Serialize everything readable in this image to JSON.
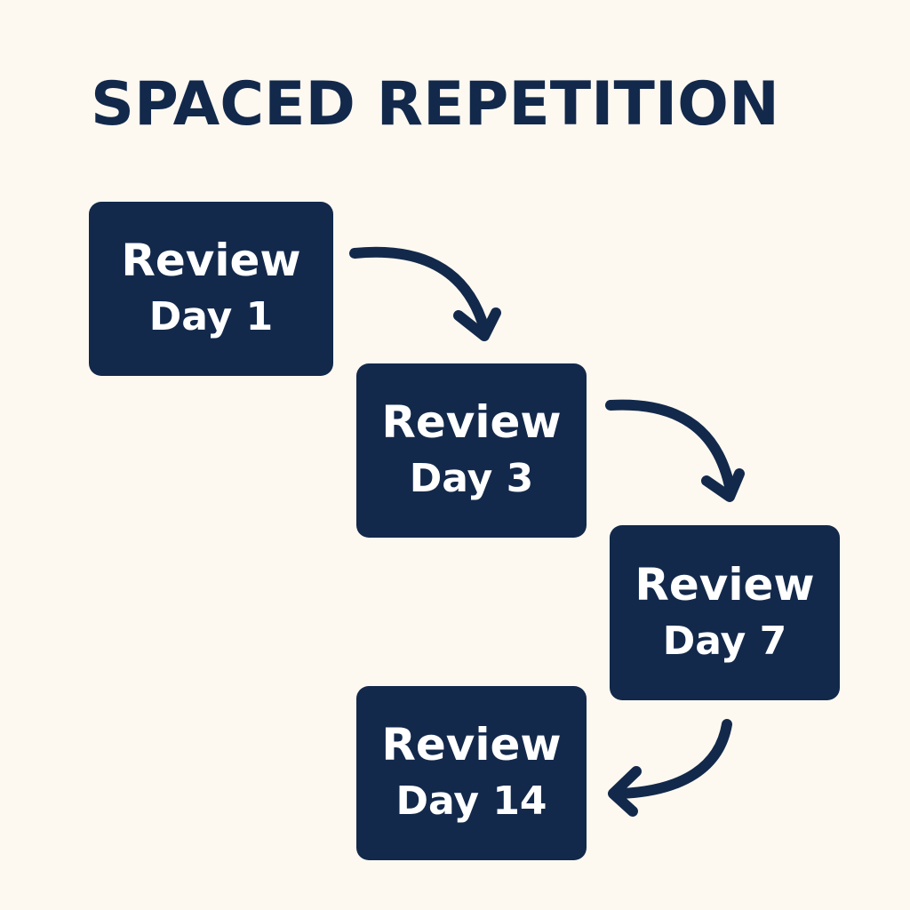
{
  "title": "SPACED REPETITION",
  "colors": {
    "background": "#fdf9f1",
    "box": "#13294b",
    "box_text": "#ffffff",
    "title": "#13294b"
  },
  "steps": [
    {
      "line1": "Review",
      "line2": "Day 1"
    },
    {
      "line1": "Review",
      "line2": "Day 3"
    },
    {
      "line1": "Review",
      "line2": "Day 7"
    },
    {
      "line1": "Review",
      "line2": "Day 14"
    }
  ]
}
